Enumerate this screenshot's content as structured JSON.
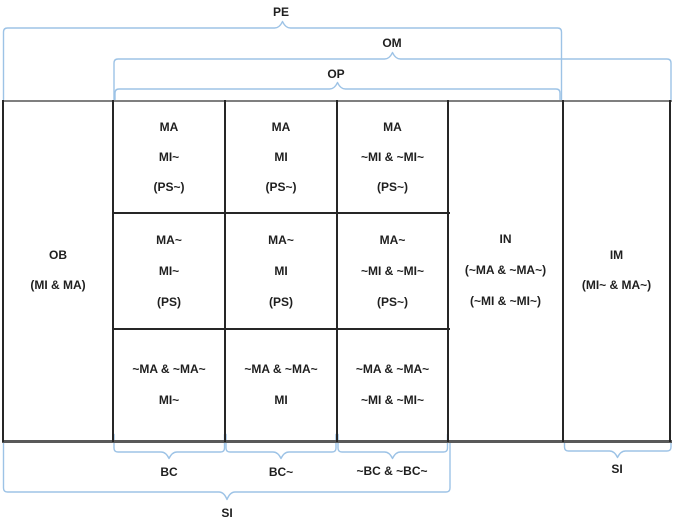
{
  "colors": {
    "brace_blue": "#9DC3E6",
    "text": "#1F1F1F",
    "grid_line": "#262626",
    "outer_top_line": "#7F7F7F",
    "outer_bottom_line": "#595959"
  },
  "braces": {
    "pe": "PE",
    "om": "OM",
    "op": "OP",
    "bc": "BC",
    "bc_tilde": "BC~",
    "not_bc": "~BC & ~BC~",
    "si_right": "SI",
    "si_bottom": "SI"
  },
  "table": {
    "ob": {
      "lines": [
        "OB",
        "(MI & MA)"
      ]
    },
    "in": {
      "lines": [
        "IN",
        "(~MA & ~MA~)",
        "(~MI & ~MI~)"
      ]
    },
    "im": {
      "lines": [
        "IM",
        "(MI~ & MA~)"
      ]
    },
    "grid": [
      {
        "cells": [
          {
            "lines": [
              "MA",
              "MI~",
              "(PS~)"
            ]
          },
          {
            "lines": [
              "MA",
              "MI",
              "(PS~)"
            ]
          },
          {
            "lines": [
              "MA",
              "~MI & ~MI~",
              "(PS~)"
            ]
          }
        ]
      },
      {
        "cells": [
          {
            "lines": [
              "MA~",
              "MI~",
              "(PS)"
            ]
          },
          {
            "lines": [
              "MA~",
              "MI",
              "(PS)"
            ]
          },
          {
            "lines": [
              "MA~",
              "~MI & ~MI~",
              "(PS~)"
            ]
          }
        ]
      },
      {
        "cells": [
          {
            "lines": [
              "~MA & ~MA~",
              "MI~"
            ]
          },
          {
            "lines": [
              "~MA & ~MA~",
              "MI"
            ]
          },
          {
            "lines": [
              "~MA & ~MA~",
              "~MI & ~MI~"
            ]
          }
        ]
      }
    ]
  }
}
